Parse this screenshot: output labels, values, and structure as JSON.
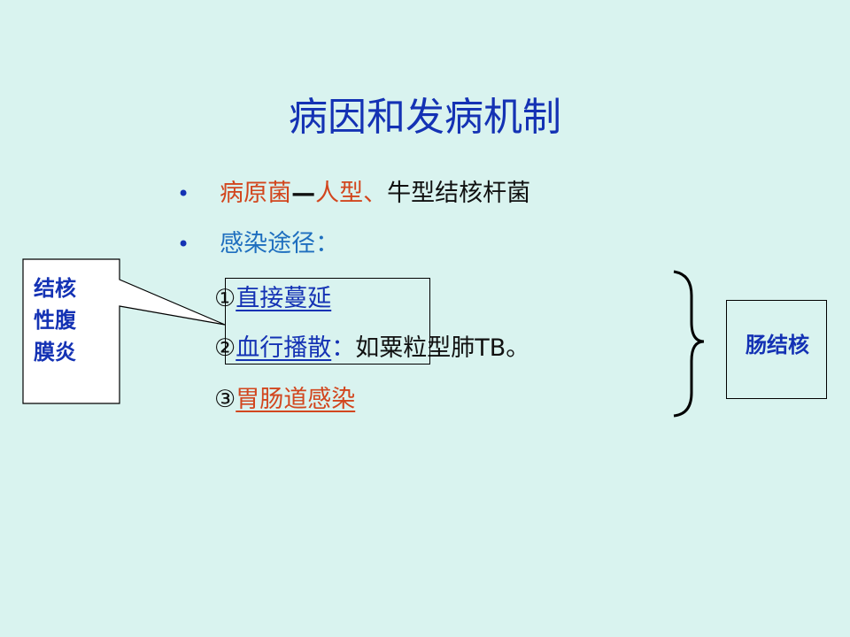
{
  "title": "病因和发病机制",
  "bullets": [
    {
      "prefix": "病原菌",
      "dash": "—",
      "middle": "人型、",
      "rest": "牛型结核杆菌"
    },
    {
      "label": "感染途径："
    }
  ],
  "routes": [
    {
      "num": "①",
      "text": "直接蔓延"
    },
    {
      "num": "②",
      "text": "血行播散",
      "colon": "：",
      "example_prefix": "如粟粒型肺",
      "example_suffix": "TB。"
    },
    {
      "num": "③",
      "text": "胃肠道感染"
    }
  ],
  "callout": {
    "line1": "结核",
    "line2": "性腹",
    "line3": "膜炎"
  },
  "result_box": {
    "label": "肠结核"
  }
}
